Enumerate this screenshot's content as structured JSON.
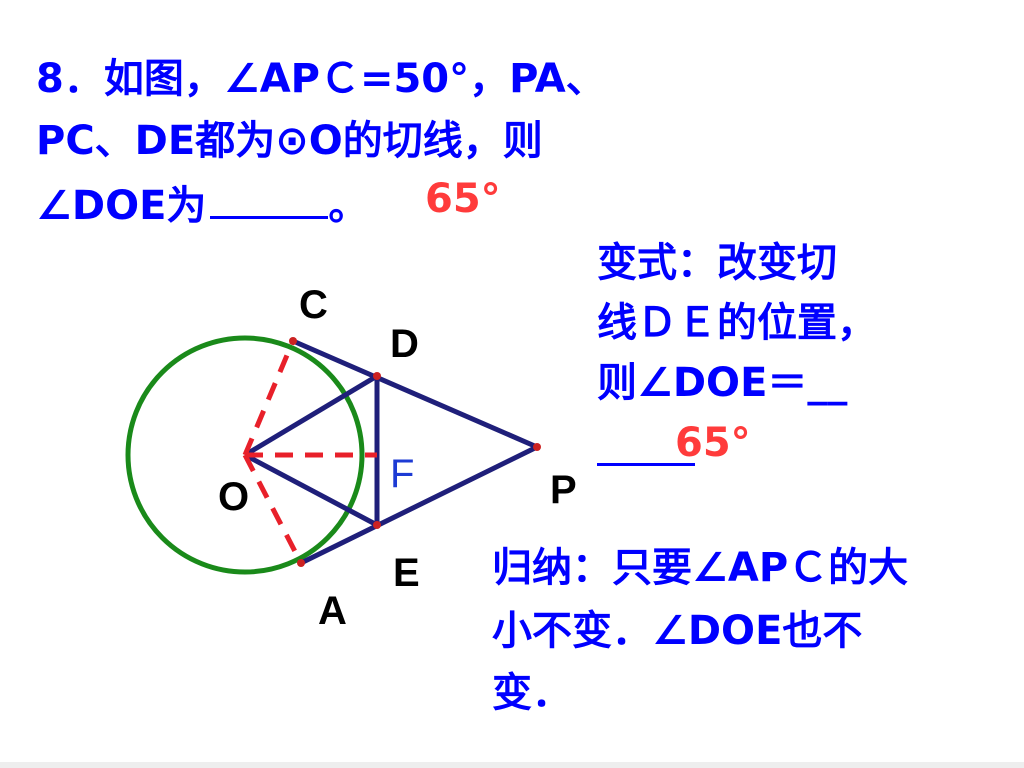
{
  "problem": {
    "line1": "8．如图，∠APＣ=50°，PA、",
    "line2": "PC、DE都为⊙O的切线，则",
    "line3_prefix": "∠DOE为",
    "line3_suffix": "。",
    "answer": "65°"
  },
  "variation": {
    "line1": "变式：改变切",
    "line2": "线ＤＥ的位置，",
    "line3": "则∠DOE＝__",
    "answer": "65°"
  },
  "summary": {
    "line1": "归纳：只要∠APＣ的大",
    "line2": "小不变．∠DOE也不",
    "line3": "变．"
  },
  "diagram": {
    "labels": {
      "C": "C",
      "D": "D",
      "O": "O",
      "F": "F",
      "P": "P",
      "E": "E",
      "A": "A"
    },
    "colors": {
      "circle": "#1a8a1a",
      "segments": "#1f1f7a",
      "radii": "#e8202a",
      "points": "#cc2222"
    }
  }
}
